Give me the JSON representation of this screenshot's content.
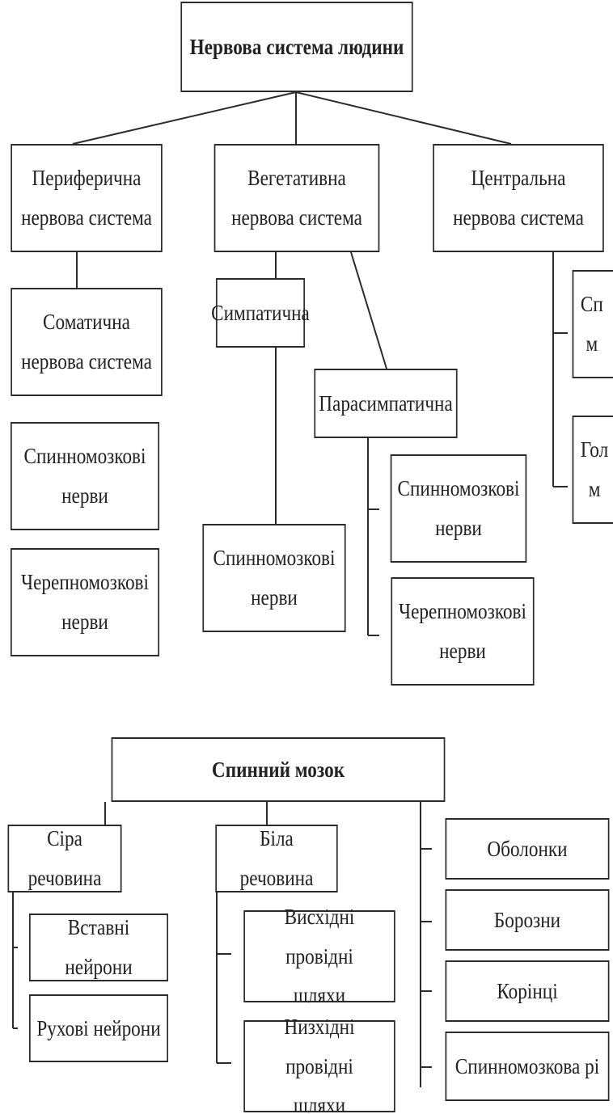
{
  "diagram1": {
    "root": "Нервова система людини",
    "peripheral": "Периферична\nнервова система",
    "vegetative": "Вегетативна\nнервова система",
    "central": "Центральна\nнервова система",
    "somatic": "Соматична\nнервова система",
    "spinal_nerves_1": "Спинномозкові\nнерви",
    "cranial_nerves_1": "Черепномозкові\nнерви",
    "sympathetic": "Симпатична",
    "parasympathetic": "Парасимпатична",
    "spinal_nerves_2": "Спинномозкові\nнерви",
    "spinal_nerves_3": "Спинномозкові\nнерви",
    "cranial_nerves_2": "Черепномозкові\nнерви",
    "central_child_1": "Сп\nм",
    "central_child_2": "Гол\nм"
  },
  "diagram2": {
    "root": "Спинний мозок",
    "gray_matter": "Сіра речовина",
    "interneurons": "Вставні нейрони",
    "motor_neurons": "Рухові нейрони",
    "white_matter": "Біла речовина",
    "ascending_tracts": "Висхідні провідні\nшляхи",
    "descending_tracts": "Низхідні провідні\nшляхи",
    "meninges": "Оболонки",
    "furrows": "Борозни",
    "roots": "Корінці",
    "spinal_segment": "Спинномозкова рі"
  }
}
